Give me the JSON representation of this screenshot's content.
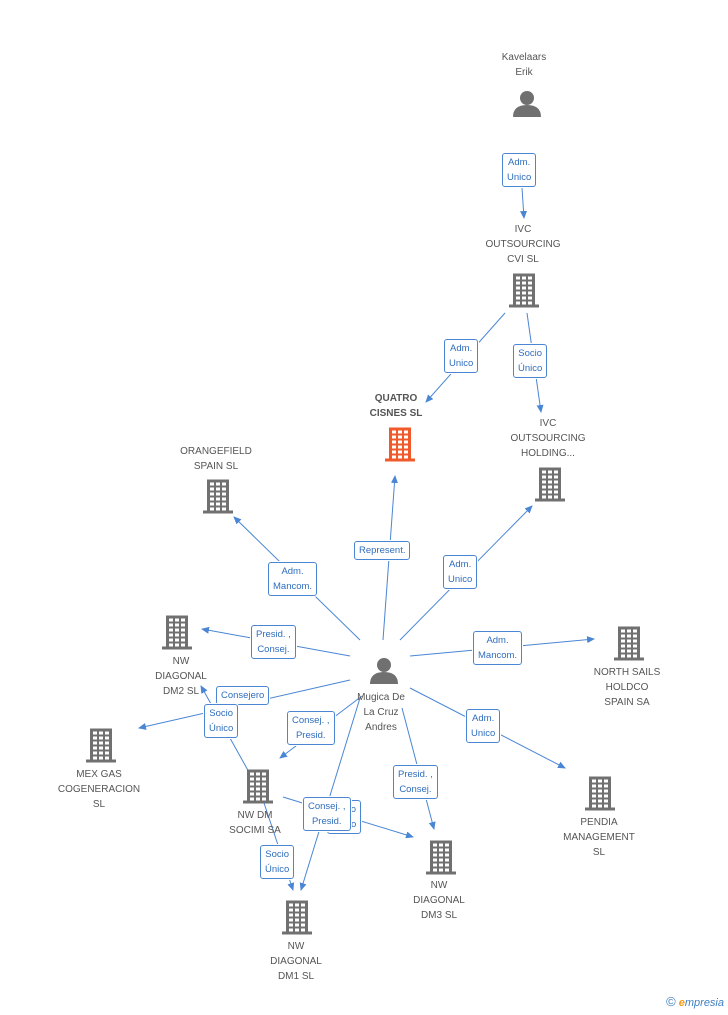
{
  "colors": {
    "edge": "#4a86d4",
    "company": "#707070",
    "focus_company": "#f0592a",
    "person": "#707070"
  },
  "nodes": [
    {
      "id": "kavelaars",
      "type": "person",
      "label": "Kavelaars\nErik"
    },
    {
      "id": "ivc_cvi",
      "type": "company",
      "label": "IVC\nOUTSOURCING\nCVI SL"
    },
    {
      "id": "quatro",
      "type": "company",
      "focus": true,
      "label": "QUATRO\nCISNES SL"
    },
    {
      "id": "ivc_holding",
      "type": "company",
      "label": "IVC\nOUTSOURCING\nHOLDING..."
    },
    {
      "id": "orangefield",
      "type": "company",
      "label": "ORANGEFIELD\nSPAIN  SL"
    },
    {
      "id": "mugica",
      "type": "person",
      "label": "Mugica De\nLa Cruz\nAndres"
    },
    {
      "id": "nw_dm2",
      "type": "company",
      "label": "NW\nDIAGONAL\nDM2  SL"
    },
    {
      "id": "north_sails",
      "type": "company",
      "label": "NORTH SAILS\nHOLDCO\nSPAIN SA"
    },
    {
      "id": "mex_gas",
      "type": "company",
      "label": "MEX GAS\nCOGENERACION\nSL"
    },
    {
      "id": "nw_dm_socimi",
      "type": "company",
      "label": "NW DM\nSOCIMI SA"
    },
    {
      "id": "pendia",
      "type": "company",
      "label": "PENDIA\nMANAGEMENT\nSL"
    },
    {
      "id": "nw_dm3",
      "type": "company",
      "label": "NW\nDIAGONAL\nDM3  SL"
    },
    {
      "id": "nw_dm1",
      "type": "company",
      "label": "NW\nDIAGONAL\nDM1  SL"
    }
  ],
  "edges": [
    {
      "from": "kavelaars",
      "to": "ivc_cvi",
      "label": "Adm.\nUnico"
    },
    {
      "from": "ivc_cvi",
      "to": "quatro",
      "label": "Adm.\nUnico"
    },
    {
      "from": "ivc_cvi",
      "to": "ivc_holding",
      "label": "Socio\nÚnico"
    },
    {
      "from": "mugica",
      "to": "quatro",
      "label": "Represent."
    },
    {
      "from": "mugica",
      "to": "orangefield",
      "label": "Adm.\nMancom."
    },
    {
      "from": "mugica",
      "to": "ivc_holding",
      "label": "Adm.\nUnico"
    },
    {
      "from": "mugica",
      "to": "nw_dm2",
      "label": "Presid. ,\nConsej."
    },
    {
      "from": "mugica",
      "to": "north_sails",
      "label": "Adm.\nMancom."
    },
    {
      "from": "mugica",
      "to": "mex_gas",
      "label": "Consejero"
    },
    {
      "from": "nw_dm_socimi",
      "to": "nw_dm2",
      "label": "Socio\nÚnico"
    },
    {
      "from": "mugica",
      "to": "nw_dm_socimi",
      "label": "Consej. ,\nPresid."
    },
    {
      "from": "mugica",
      "to": "pendia",
      "label": "Adm.\nUnico"
    },
    {
      "from": "mugica",
      "to": "nw_dm3",
      "label": "Presid. ,\nConsej."
    },
    {
      "from": "nw_dm_socimi",
      "to": "nw_dm3",
      "label": "Socio\nÚnico"
    },
    {
      "from": "mugica",
      "to": "nw_dm1",
      "label": "Consej. ,\nPresid."
    },
    {
      "from": "nw_dm_socimi",
      "to": "nw_dm1",
      "label": "Socio\nÚnico"
    }
  ],
  "footer": {
    "copyright": "©",
    "brand_initial": "e",
    "brand_rest": "mpresia"
  }
}
